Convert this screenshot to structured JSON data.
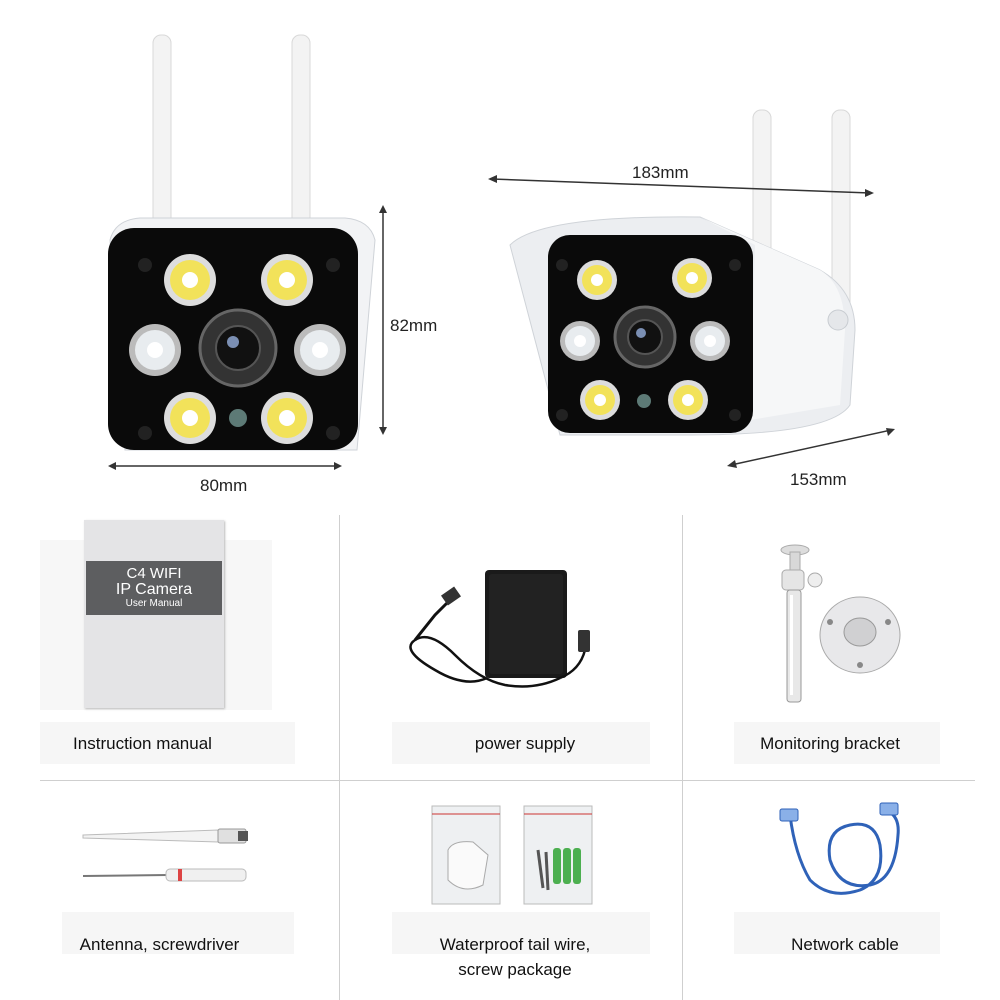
{
  "dimensions": {
    "width": "80mm",
    "height": "82mm",
    "length": "183mm",
    "depth": "153mm"
  },
  "manual": {
    "line1": "C4 WIFI",
    "line2": "IP Camera",
    "line3": "User Manual"
  },
  "items": [
    {
      "label": "Instruction manual"
    },
    {
      "label": "power supply"
    },
    {
      "label": "Monitoring bracket"
    },
    {
      "label": "Antenna, screwdriver"
    },
    {
      "label_line1": "Waterproof tail wire,",
      "label_line2": "screw package"
    },
    {
      "label": "Network cable"
    }
  ],
  "colors": {
    "camera_body": "#f2f3f5",
    "camera_face": "#0a0a0a",
    "led_yellow": "#f2e25a",
    "led_white": "#e8ecef",
    "cable_blue": "#2f62b8"
  }
}
